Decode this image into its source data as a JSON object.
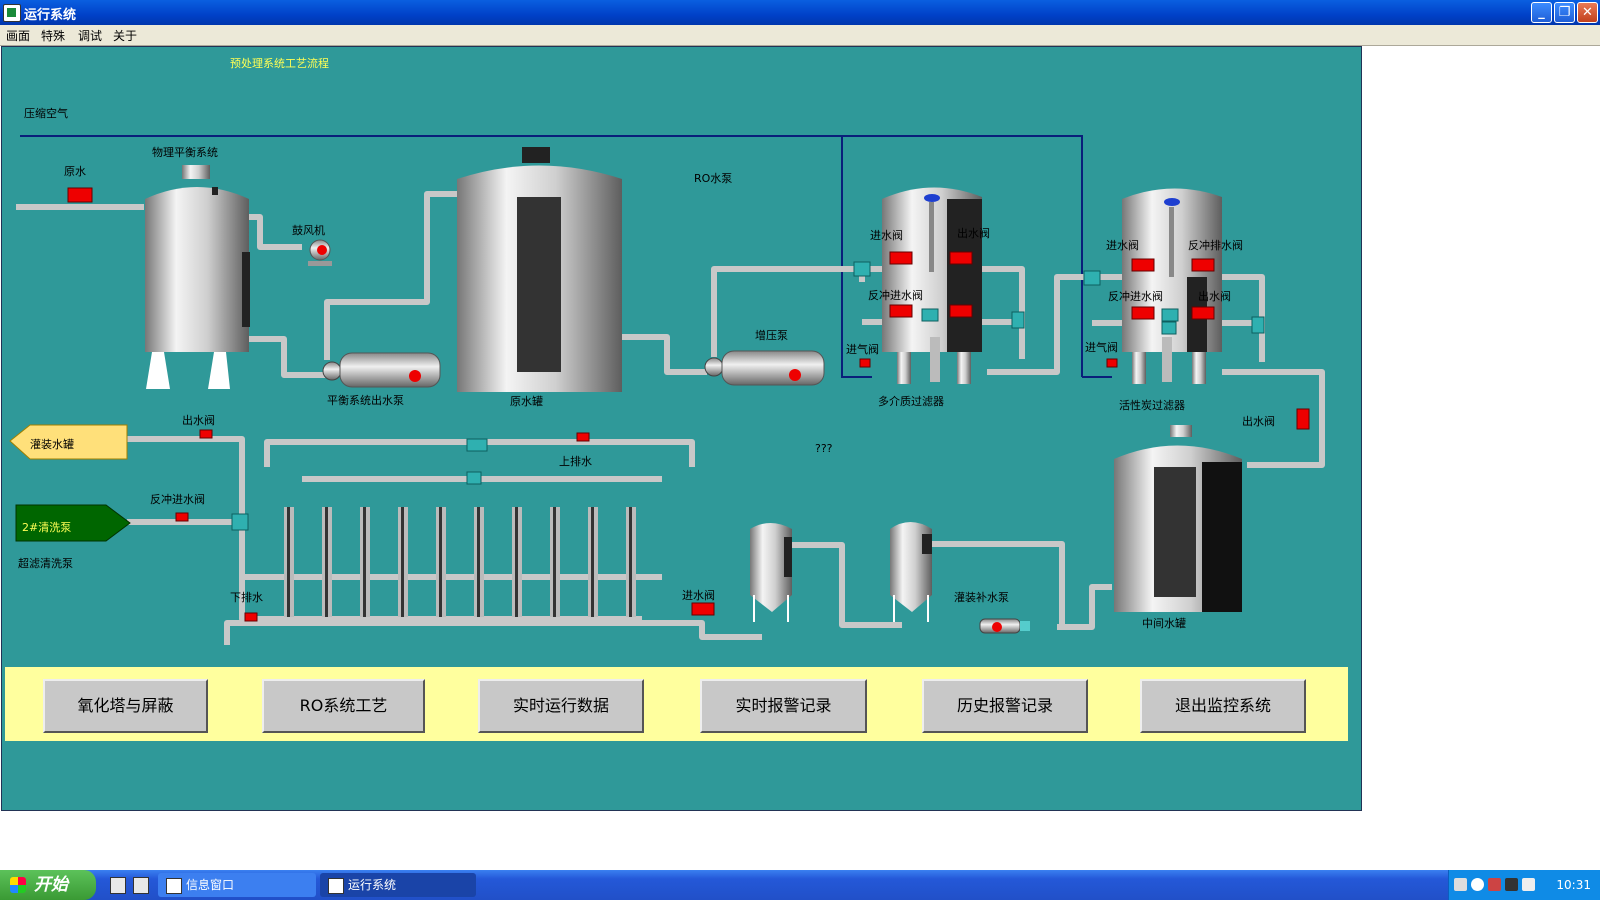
{
  "window": {
    "title": "运行系统"
  },
  "menu": [
    "画面",
    "特殊",
    "调试",
    "关于"
  ],
  "process": {
    "title": "预处理系统工艺流程",
    "labels": {
      "compressed_air": "压缩空气",
      "raw_water": "原水",
      "physical_balance": "物理平衡系统",
      "blower": "鼓风机",
      "ro_pump": "RO水泵",
      "balance_pump": "平衡系统出水泵",
      "raw_tank": "原水罐",
      "booster": "增压泵",
      "inlet_valve_1": "进水阀",
      "outlet_valve_1": "出水阀",
      "backwash_inlet_1": "反冲进水阀",
      "air_valve_1": "进气阀",
      "multimedia_filter": "多介质过滤器",
      "inlet_valve_2": "进水阀",
      "backwash_outlet_2": "反冲排水阀",
      "backwash_inlet_2": "反冲进水阀",
      "outlet_valve_2": "出水阀",
      "air_valve_2": "进气阀",
      "carbon_filter": "活性炭过滤器",
      "outlet_valve_3": "出水阀",
      "filling_tank": "灌装水罐",
      "outlet_valve_left": "出水阀",
      "cleaning_pump2": "2#清洗泵",
      "backwash_inlet_left": "反冲进水阀",
      "uf_cleaning_pump": "超滤清洗泵",
      "upper_drain": "上排水",
      "lower_drain": "下排水",
      "unknown": "???",
      "inlet_valve_bottom": "进水阀",
      "filling_makeup_pump": "灌装补水泵",
      "middle_tank": "中间水罐"
    }
  },
  "buttons": [
    "氧化塔与屏蔽",
    "RO系统工艺",
    "实时运行数据",
    "实时报警记录",
    "历史报警记录",
    "退出监控系统"
  ],
  "taskbar": {
    "start": "开始",
    "tasks": [
      "信息窗口",
      "运行系统"
    ],
    "clock": "10:31"
  }
}
